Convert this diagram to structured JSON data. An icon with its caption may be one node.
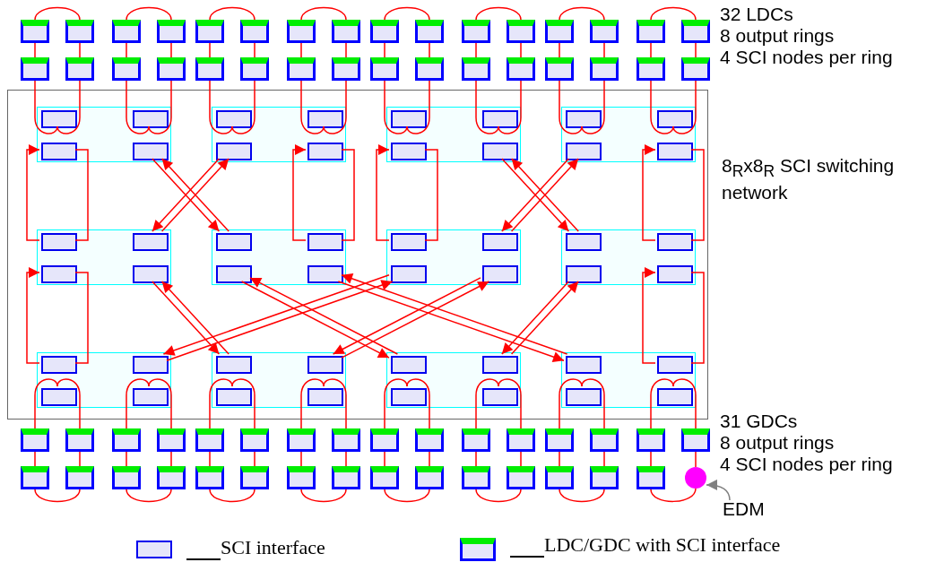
{
  "diagram": {
    "nodes": [
      {
        "text": [],
        "shape": "box"
      },
      {
        "text": [],
        "shape": "box"
      },
      {
        "text": [],
        "shape": "box"
      },
      {
        "text": [],
        "shape": "box"
      },
      {
        "text": [],
        "shape": "box"
      },
      {
        "text": [],
        "shape": "box"
      },
      {
        "text": [],
        "shape": "box"
      },
      {
        "text": [],
        "shape": "box"
      },
      {
        "text": [],
        "shape": "box"
      },
      {
        "text": [],
        "shape": "box"
      },
      {
        "text": [],
        "shape": "box"
      },
      {
        "text": [],
        "shape": "box"
      },
      {
        "text": [],
        "shape": "box"
      },
      {
        "text": [],
        "shape": "box"
      },
      {
        "text": [],
        "shape": "box"
      },
      {
        "text": [],
        "shape": "box"
      },
      {
        "text": [],
        "shape": "box"
      },
      {
        "text": [],
        "shape": "box"
      },
      {
        "text": [],
        "shape": "box"
      },
      {
        "text": [],
        "shape": "box"
      },
      {
        "text": [],
        "shape": "box"
      },
      {
        "text": [],
        "shape": "box"
      },
      {
        "text": [],
        "shape": "box"
      },
      {
        "text": [],
        "shape": "box"
      },
      {
        "text": [],
        "shape": "box"
      },
      {
        "text": [],
        "shape": "box"
      },
      {
        "text": [],
        "shape": "box"
      },
      {
        "text": [],
        "shape": "box"
      },
      {
        "text": [],
        "shape": "box"
      },
      {
        "text": [],
        "shape": "box"
      },
      {
        "text": [],
        "shape": "box"
      },
      {
        "text": [],
        "shape": "box"
      },
      {
        "text": [
          "8$_{R}$x8$_{R}$ SCI switching network"
        ]
      },
      {
        "text": [],
        "shape": "box",
        "in": 32
      },
      {
        "text": [],
        "shape": "box",
        "in": 33
      },
      {
        "text": [],
        "shape": "box",
        "in": 33
      },
      {
        "text": [],
        "shape": "box",
        "in": 33
      },
      {
        "text": [],
        "shape": "box",
        "in": 33
      },
      {
        "text": [],
        "shape": "box",
        "in": 32
      },
      {
        "text": [],
        "shape": "box",
        "in": 38
      },
      {
        "text": [],
        "shape": "box",
        "in": 38
      },
      {
        "text": [],
        "shape": "box",
        "in": 38
      },
      {
        "text": [],
        "shape": "box",
        "in": 38
      },
      {
        "text": [],
        "shape": "box",
        "in": 32
      },
      {
        "text": [],
        "shape": "box",
        "in": 43
      },
      {
        "text": [],
        "shape": "box",
        "in": 43
      },
      {
        "text": [],
        "shape": "box",
        "in": 43
      },
      {
        "text": [],
        "shape": "box",
        "in": 43
      },
      {
        "text": [],
        "shape": "box",
        "in": 32
      },
      {
        "text": [],
        "shape": "box",
        "in": 48
      },
      {
        "text": [],
        "shape": "box",
        "in": 48
      },
      {
        "text": [],
        "shape": "box",
        "in": 48
      },
      {
        "text": [],
        "shape": "box",
        "in": 48
      },
      {
        "text": [],
        "shape": "box",
        "in": 32
      },
      {
        "text": [],
        "shape": "box",
        "in": 53
      },
      {
        "text": [],
        "shape": "box",
        "in": 53
      },
      {
        "text": [],
        "shape": "box",
        "in": 53
      },
      {
        "text": [],
        "shape": "box",
        "in": 53
      },
      {
        "text": [],
        "shape": "box",
        "in": 32
      },
      {
        "text": [],
        "shape": "box",
        "in": 58
      },
      {
        "text": [],
        "shape": "box",
        "in": 58
      },
      {
        "text": [],
        "shape": "box",
        "in": 58
      },
      {
        "text": [],
        "shape": "box",
        "in": 58
      },
      {
        "text": [],
        "shape": "box",
        "in": 32
      },
      {
        "text": [],
        "shape": "box",
        "in": 63
      },
      {
        "text": [],
        "shape": "box",
        "in": 63
      },
      {
        "text": [],
        "shape": "box",
        "in": 63
      },
      {
        "text": [],
        "shape": "box",
        "in": 63
      },
      {
        "text": [],
        "shape": "box",
        "in": 32
      },
      {
        "text": [],
        "shape": "box",
        "in": 68
      },
      {
        "text": [],
        "shape": "box",
        "in": 68
      },
      {
        "text": [],
        "shape": "box",
        "in": 68
      },
      {
        "text": [],
        "shape": "box",
        "in": 68
      },
      {
        "text": [],
        "shape": "box",
        "in": 32
      },
      {
        "text": [],
        "shape": "box",
        "in": 73
      },
      {
        "text": [],
        "shape": "box",
        "in": 73
      },
      {
        "text": [],
        "shape": "box",
        "in": 73
      },
      {
        "text": [],
        "shape": "box",
        "in": 73
      },
      {
        "text": [],
        "shape": "box",
        "in": 32
      },
      {
        "text": [],
        "shape": "box",
        "in": 78
      },
      {
        "text": [],
        "shape": "box",
        "in": 78
      },
      {
        "text": [],
        "shape": "box",
        "in": 78
      },
      {
        "text": [],
        "shape": "box",
        "in": 78
      },
      {
        "text": [],
        "shape": "box",
        "in": 32
      },
      {
        "text": [],
        "shape": "box",
        "in": 83
      },
      {
        "text": [],
        "shape": "box",
        "in": 83
      },
      {
        "text": [],
        "shape": "box",
        "in": 83
      },
      {
        "text": [],
        "shape": "box",
        "in": 83
      },
      {
        "text": [],
        "shape": "box",
        "in": 32
      },
      {
        "text": [],
        "shape": "box",
        "in": 88
      },
      {
        "text": [],
        "shape": "box",
        "in": 88
      },
      {
        "text": [],
        "shape": "box",
        "in": 88
      },
      {
        "text": [],
        "shape": "box",
        "in": 88
      },
      {
        "text": [],
        "shape": "box"
      },
      {
        "text": [],
        "shape": "box"
      },
      {
        "text": [],
        "shape": "box"
      },
      {
        "text": [],
        "shape": "box"
      },
      {
        "text": [],
        "shape": "box"
      },
      {
        "text": [],
        "shape": "box"
      },
      {
        "text": [],
        "shape": "box"
      },
      {
        "text": [],
        "shape": "box"
      },
      {
        "text": [],
        "shape": "box"
      },
      {
        "text": [],
        "shape": "box"
      },
      {
        "text": [],
        "shape": "box"
      },
      {
        "text": [],
        "shape": "box"
      },
      {
        "text": [],
        "shape": "box"
      },
      {
        "text": [],
        "shape": "box"
      },
      {
        "text": [],
        "shape": "box"
      },
      {
        "text": [],
        "shape": "box"
      },
      {
        "text": [],
        "shape": "box"
      },
      {
        "text": [],
        "shape": "box"
      },
      {
        "text": [],
        "shape": "box"
      },
      {
        "text": [],
        "shape": "box"
      },
      {
        "text": [],
        "shape": "box"
      },
      {
        "text": [],
        "shape": "box"
      },
      {
        "text": [],
        "shape": "box"
      },
      {
        "text": [],
        "shape": "box"
      },
      {
        "text": [],
        "shape": "box"
      },
      {
        "text": [],
        "shape": "box"
      },
      {
        "text": [],
        "shape": "box"
      },
      {
        "text": [],
        "shape": "box"
      },
      {
        "text": [],
        "shape": "box"
      },
      {
        "text": [],
        "shape": "box"
      },
      {
        "text": [],
        "shape": "box"
      },
      {
        "text": [],
        "shape": "circle"
      },
      {
        "text": [
          "EDM"
        ]
      }
    ],
    "edges": [
      {
        "from": 0,
        "to": 1,
        "arrow": "none"
      },
      {
        "from": 1,
        "to": 17,
        "arrow": "none"
      },
      {
        "from": 17,
        "to": 34,
        "arrow": "none"
      },
      {
        "from": 34,
        "to": 16,
        "arrow": "none"
      },
      {
        "from": 16,
        "to": 0,
        "arrow": "none"
      },
      {
        "from": 2,
        "to": 3,
        "arrow": "none"
      },
      {
        "from": 3,
        "to": 19,
        "arrow": "none"
      },
      {
        "from": 19,
        "to": 35,
        "arrow": "none"
      },
      {
        "from": 35,
        "to": 18,
        "arrow": "none"
      },
      {
        "from": 18,
        "to": 2,
        "arrow": "none"
      },
      {
        "from": 4,
        "to": 5,
        "arrow": "none"
      },
      {
        "from": 5,
        "to": 21,
        "arrow": "none"
      },
      {
        "from": 21,
        "to": 39,
        "arrow": "none"
      },
      {
        "from": 39,
        "to": 20,
        "arrow": "none"
      },
      {
        "from": 20,
        "to": 4,
        "arrow": "none"
      },
      {
        "from": 6,
        "to": 7,
        "arrow": "none"
      },
      {
        "from": 7,
        "to": 23,
        "arrow": "none"
      },
      {
        "from": 23,
        "to": 40,
        "arrow": "none"
      },
      {
        "from": 40,
        "to": 22,
        "arrow": "none"
      },
      {
        "from": 22,
        "to": 6,
        "arrow": "none"
      },
      {
        "from": 8,
        "to": 9,
        "arrow": "none"
      },
      {
        "from": 9,
        "to": 25,
        "arrow": "none"
      },
      {
        "from": 25,
        "to": 44,
        "arrow": "none"
      },
      {
        "from": 44,
        "to": 24,
        "arrow": "none"
      },
      {
        "from": 24,
        "to": 8,
        "arrow": "none"
      },
      {
        "from": 10,
        "to": 11,
        "arrow": "none"
      },
      {
        "from": 11,
        "to": 27,
        "arrow": "none"
      },
      {
        "from": 27,
        "to": 45,
        "arrow": "none"
      },
      {
        "from": 45,
        "to": 26,
        "arrow": "none"
      },
      {
        "from": 26,
        "to": 10,
        "arrow": "none"
      },
      {
        "from": 12,
        "to": 13,
        "arrow": "none"
      },
      {
        "from": 13,
        "to": 29,
        "arrow": "none"
      },
      {
        "from": 29,
        "to": 49,
        "arrow": "none"
      },
      {
        "from": 49,
        "to": 28,
        "arrow": "none"
      },
      {
        "from": 28,
        "to": 12,
        "arrow": "none"
      },
      {
        "from": 14,
        "to": 15,
        "arrow": "none"
      },
      {
        "from": 15,
        "to": 31,
        "arrow": "none"
      },
      {
        "from": 31,
        "to": 50,
        "arrow": "none"
      },
      {
        "from": 50,
        "to": 30,
        "arrow": "none"
      },
      {
        "from": 30,
        "to": 14,
        "arrow": "none"
      },
      {
        "from": 54,
        "to": 36,
        "arrow": "to"
      },
      {
        "from": 36,
        "to": 54,
        "arrow": "none"
      },
      {
        "from": 37,
        "to": 59,
        "arrow": "to"
      },
      {
        "from": 59,
        "to": 37,
        "arrow": "to"
      },
      {
        "from": 41,
        "to": 55,
        "arrow": "to"
      },
      {
        "from": 55,
        "to": 41,
        "arrow": "to"
      },
      {
        "from": 60,
        "to": 42,
        "arrow": "to"
      },
      {
        "from": 42,
        "to": 60,
        "arrow": "none"
      },
      {
        "from": 64,
        "to": 46,
        "arrow": "to"
      },
      {
        "from": 46,
        "to": 64,
        "arrow": "none"
      },
      {
        "from": 47,
        "to": 69,
        "arrow": "to"
      },
      {
        "from": 69,
        "to": 47,
        "arrow": "to"
      },
      {
        "from": 51,
        "to": 65,
        "arrow": "to"
      },
      {
        "from": 65,
        "to": 51,
        "arrow": "to"
      },
      {
        "from": 70,
        "to": 52,
        "arrow": "to"
      },
      {
        "from": 52,
        "to": 70,
        "arrow": "none"
      },
      {
        "from": 74,
        "to": 56,
        "arrow": "to"
      },
      {
        "from": 56,
        "to": 74,
        "arrow": "none"
      },
      {
        "from": 57,
        "to": 79,
        "arrow": "to"
      },
      {
        "from": 79,
        "to": 57,
        "arrow": "to"
      },
      {
        "from": 61,
        "to": 84,
        "arrow": "to"
      },
      {
        "from": 84,
        "to": 61,
        "arrow": "to"
      },
      {
        "from": 62,
        "to": 89,
        "arrow": "to"
      },
      {
        "from": 89,
        "to": 62,
        "arrow": "to"
      },
      {
        "from": 66,
        "to": 75,
        "arrow": "to"
      },
      {
        "from": 75,
        "to": 66,
        "arrow": "to"
      },
      {
        "from": 67,
        "to": 80,
        "arrow": "to"
      },
      {
        "from": 80,
        "to": 67,
        "arrow": "to"
      },
      {
        "from": 71,
        "to": 85,
        "arrow": "to"
      },
      {
        "from": 85,
        "to": 71,
        "arrow": "to"
      },
      {
        "from": 90,
        "to": 72,
        "arrow": "to"
      },
      {
        "from": 72,
        "to": 90,
        "arrow": "none"
      },
      {
        "from": 76,
        "to": 93,
        "arrow": "none"
      },
      {
        "from": 93,
        "to": 109,
        "arrow": "none"
      },
      {
        "from": 109,
        "to": 110,
        "arrow": "none"
      },
      {
        "from": 110,
        "to": 94,
        "arrow": "none"
      },
      {
        "from": 94,
        "to": 76,
        "arrow": "none"
      },
      {
        "from": 77,
        "to": 95,
        "arrow": "none"
      },
      {
        "from": 95,
        "to": 111,
        "arrow": "none"
      },
      {
        "from": 111,
        "to": 112,
        "arrow": "none"
      },
      {
        "from": 112,
        "to": 96,
        "arrow": "none"
      },
      {
        "from": 96,
        "to": 77,
        "arrow": "none"
      },
      {
        "from": 81,
        "to": 97,
        "arrow": "none"
      },
      {
        "from": 97,
        "to": 113,
        "arrow": "none"
      },
      {
        "from": 113,
        "to": 114,
        "arrow": "none"
      },
      {
        "from": 114,
        "to": 98,
        "arrow": "none"
      },
      {
        "from": 98,
        "to": 81,
        "arrow": "none"
      },
      {
        "from": 82,
        "to": 99,
        "arrow": "none"
      },
      {
        "from": 99,
        "to": 115,
        "arrow": "none"
      },
      {
        "from": 115,
        "to": 116,
        "arrow": "none"
      },
      {
        "from": 116,
        "to": 100,
        "arrow": "none"
      },
      {
        "from": 100,
        "to": 82,
        "arrow": "none"
      },
      {
        "from": 86,
        "to": 101,
        "arrow": "none"
      },
      {
        "from": 101,
        "to": 117,
        "arrow": "none"
      },
      {
        "from": 117,
        "to": 118,
        "arrow": "none"
      },
      {
        "from": 118,
        "to": 102,
        "arrow": "none"
      },
      {
        "from": 102,
        "to": 86,
        "arrow": "none"
      },
      {
        "from": 87,
        "to": 103,
        "arrow": "none"
      },
      {
        "from": 103,
        "to": 119,
        "arrow": "none"
      },
      {
        "from": 119,
        "to": 120,
        "arrow": "none"
      },
      {
        "from": 120,
        "to": 104,
        "arrow": "none"
      },
      {
        "from": 104,
        "to": 87,
        "arrow": "none"
      },
      {
        "from": 91,
        "to": 105,
        "arrow": "none"
      },
      {
        "from": 105,
        "to": 121,
        "arrow": "none"
      },
      {
        "from": 121,
        "to": 122,
        "arrow": "none"
      },
      {
        "from": 122,
        "to": 106,
        "arrow": "none"
      },
      {
        "from": 106,
        "to": 91,
        "arrow": "none"
      },
      {
        "from": 92,
        "to": 107,
        "arrow": "none"
      },
      {
        "from": 107,
        "to": 123,
        "arrow": "none"
      },
      {
        "from": 123,
        "to": 124,
        "arrow": "none"
      },
      {
        "from": 124,
        "to": 108,
        "arrow": "none"
      },
      {
        "from": 108,
        "to": 92,
        "arrow": "none"
      },
      {
        "from": 125,
        "to": 124,
        "arrow": "to",
        "color": "#808080"
      }
    ],
    "labels": [
      "32 LDCs",
      "8 output rings",
      "4 SCI nodes per ring",
      "31 GDCs",
      "8 output rings",
      "4 SCI nodes per ring"
    ],
    "legend": [
      {
        "text": "SCI interface"
      },
      {
        "text": "LDC/GDC with SCI interface"
      }
    ]
  }
}
